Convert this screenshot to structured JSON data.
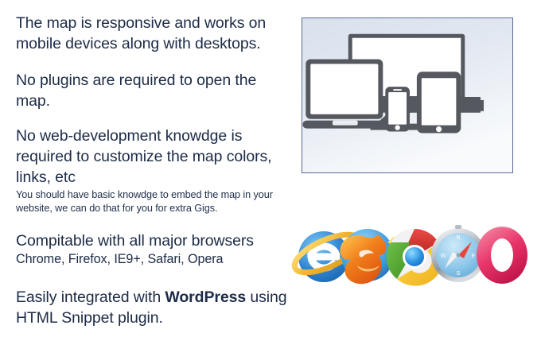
{
  "page": {
    "background_color": "#ffffff",
    "text_color": "#1c2b47"
  },
  "features": {
    "responsive": "The map is responsive and works on mobile devices along with desktops.",
    "no_plugins": "No plugins are required to open the map.",
    "no_web_dev": "No web-development knowdge is required to customize the map colors, links, etc",
    "no_web_dev_note": "You should have basic knowdge to embed the map in your website, we can do that for you for extra Gigs.",
    "browsers_headline": "Compitable with all major browsers",
    "browsers_list": "Chrome, Firefox, IE9+, Safari, Opera",
    "wordpress_prefix": "Easily integrated with ",
    "wordpress_brand": "WordPress",
    "wordpress_suffix": " using HTML Snippet plugin."
  },
  "devices_panel": {
    "alt": "Illustration of desktop monitor, laptop, smartphone and tablet",
    "border_color": "#5a6a93",
    "background_top": "#dbe3ef",
    "background_bottom": "#f7f9fb",
    "device_outline_color": "#5a5d63",
    "screen_color": "#ffffff",
    "devices": [
      {
        "name": "desktop-monitor"
      },
      {
        "name": "laptop"
      },
      {
        "name": "smartphone"
      },
      {
        "name": "tablet"
      }
    ]
  },
  "browser_logos": {
    "alt": "Logos of the five major web browsers",
    "items": [
      {
        "name": "internet-explorer-logo",
        "label": "Internet Explorer",
        "color": "#2f86d4",
        "accent": "#f5c518"
      },
      {
        "name": "firefox-logo",
        "label": "Firefox",
        "color": "#e8732a",
        "accent": "#4aa3e8"
      },
      {
        "name": "chrome-logo",
        "label": "Chrome",
        "color": "#d5332f",
        "accent": "#2a90e0"
      },
      {
        "name": "safari-logo",
        "label": "Safari",
        "color": "#b9bfc6",
        "accent": "#4f9fd8"
      },
      {
        "name": "opera-logo",
        "label": "Opera",
        "color": "#e8366a",
        "accent": "#c2134a"
      }
    ]
  }
}
